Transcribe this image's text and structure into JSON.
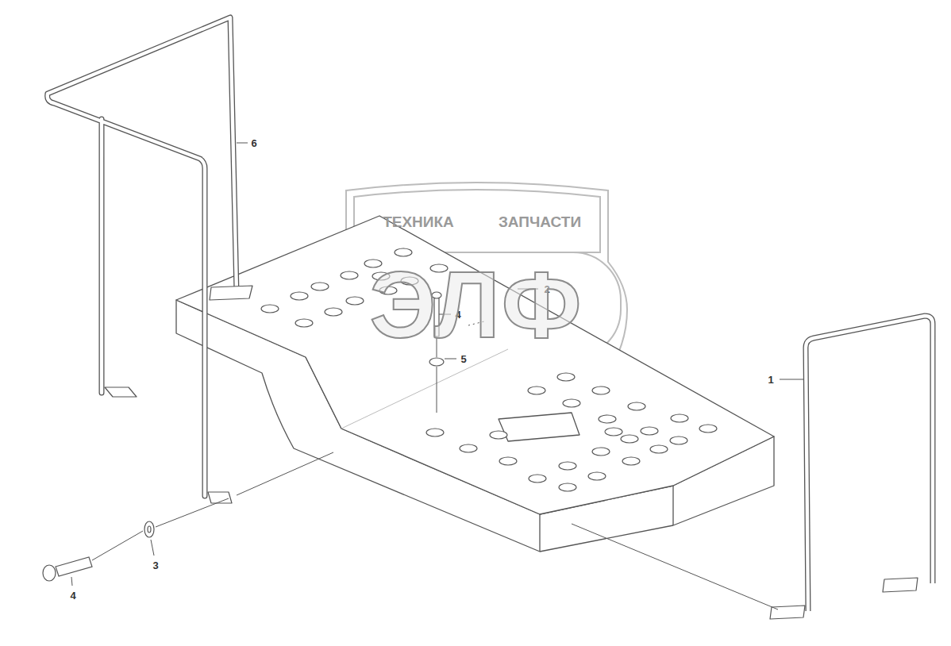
{
  "diagram": {
    "labels": [
      "6",
      "2",
      "4",
      "5",
      "1",
      "3",
      "4",
      "ТЕХНИКА",
      "ЗАПЧАСТИ",
      "ЭЛФ"
    ]
  }
}
